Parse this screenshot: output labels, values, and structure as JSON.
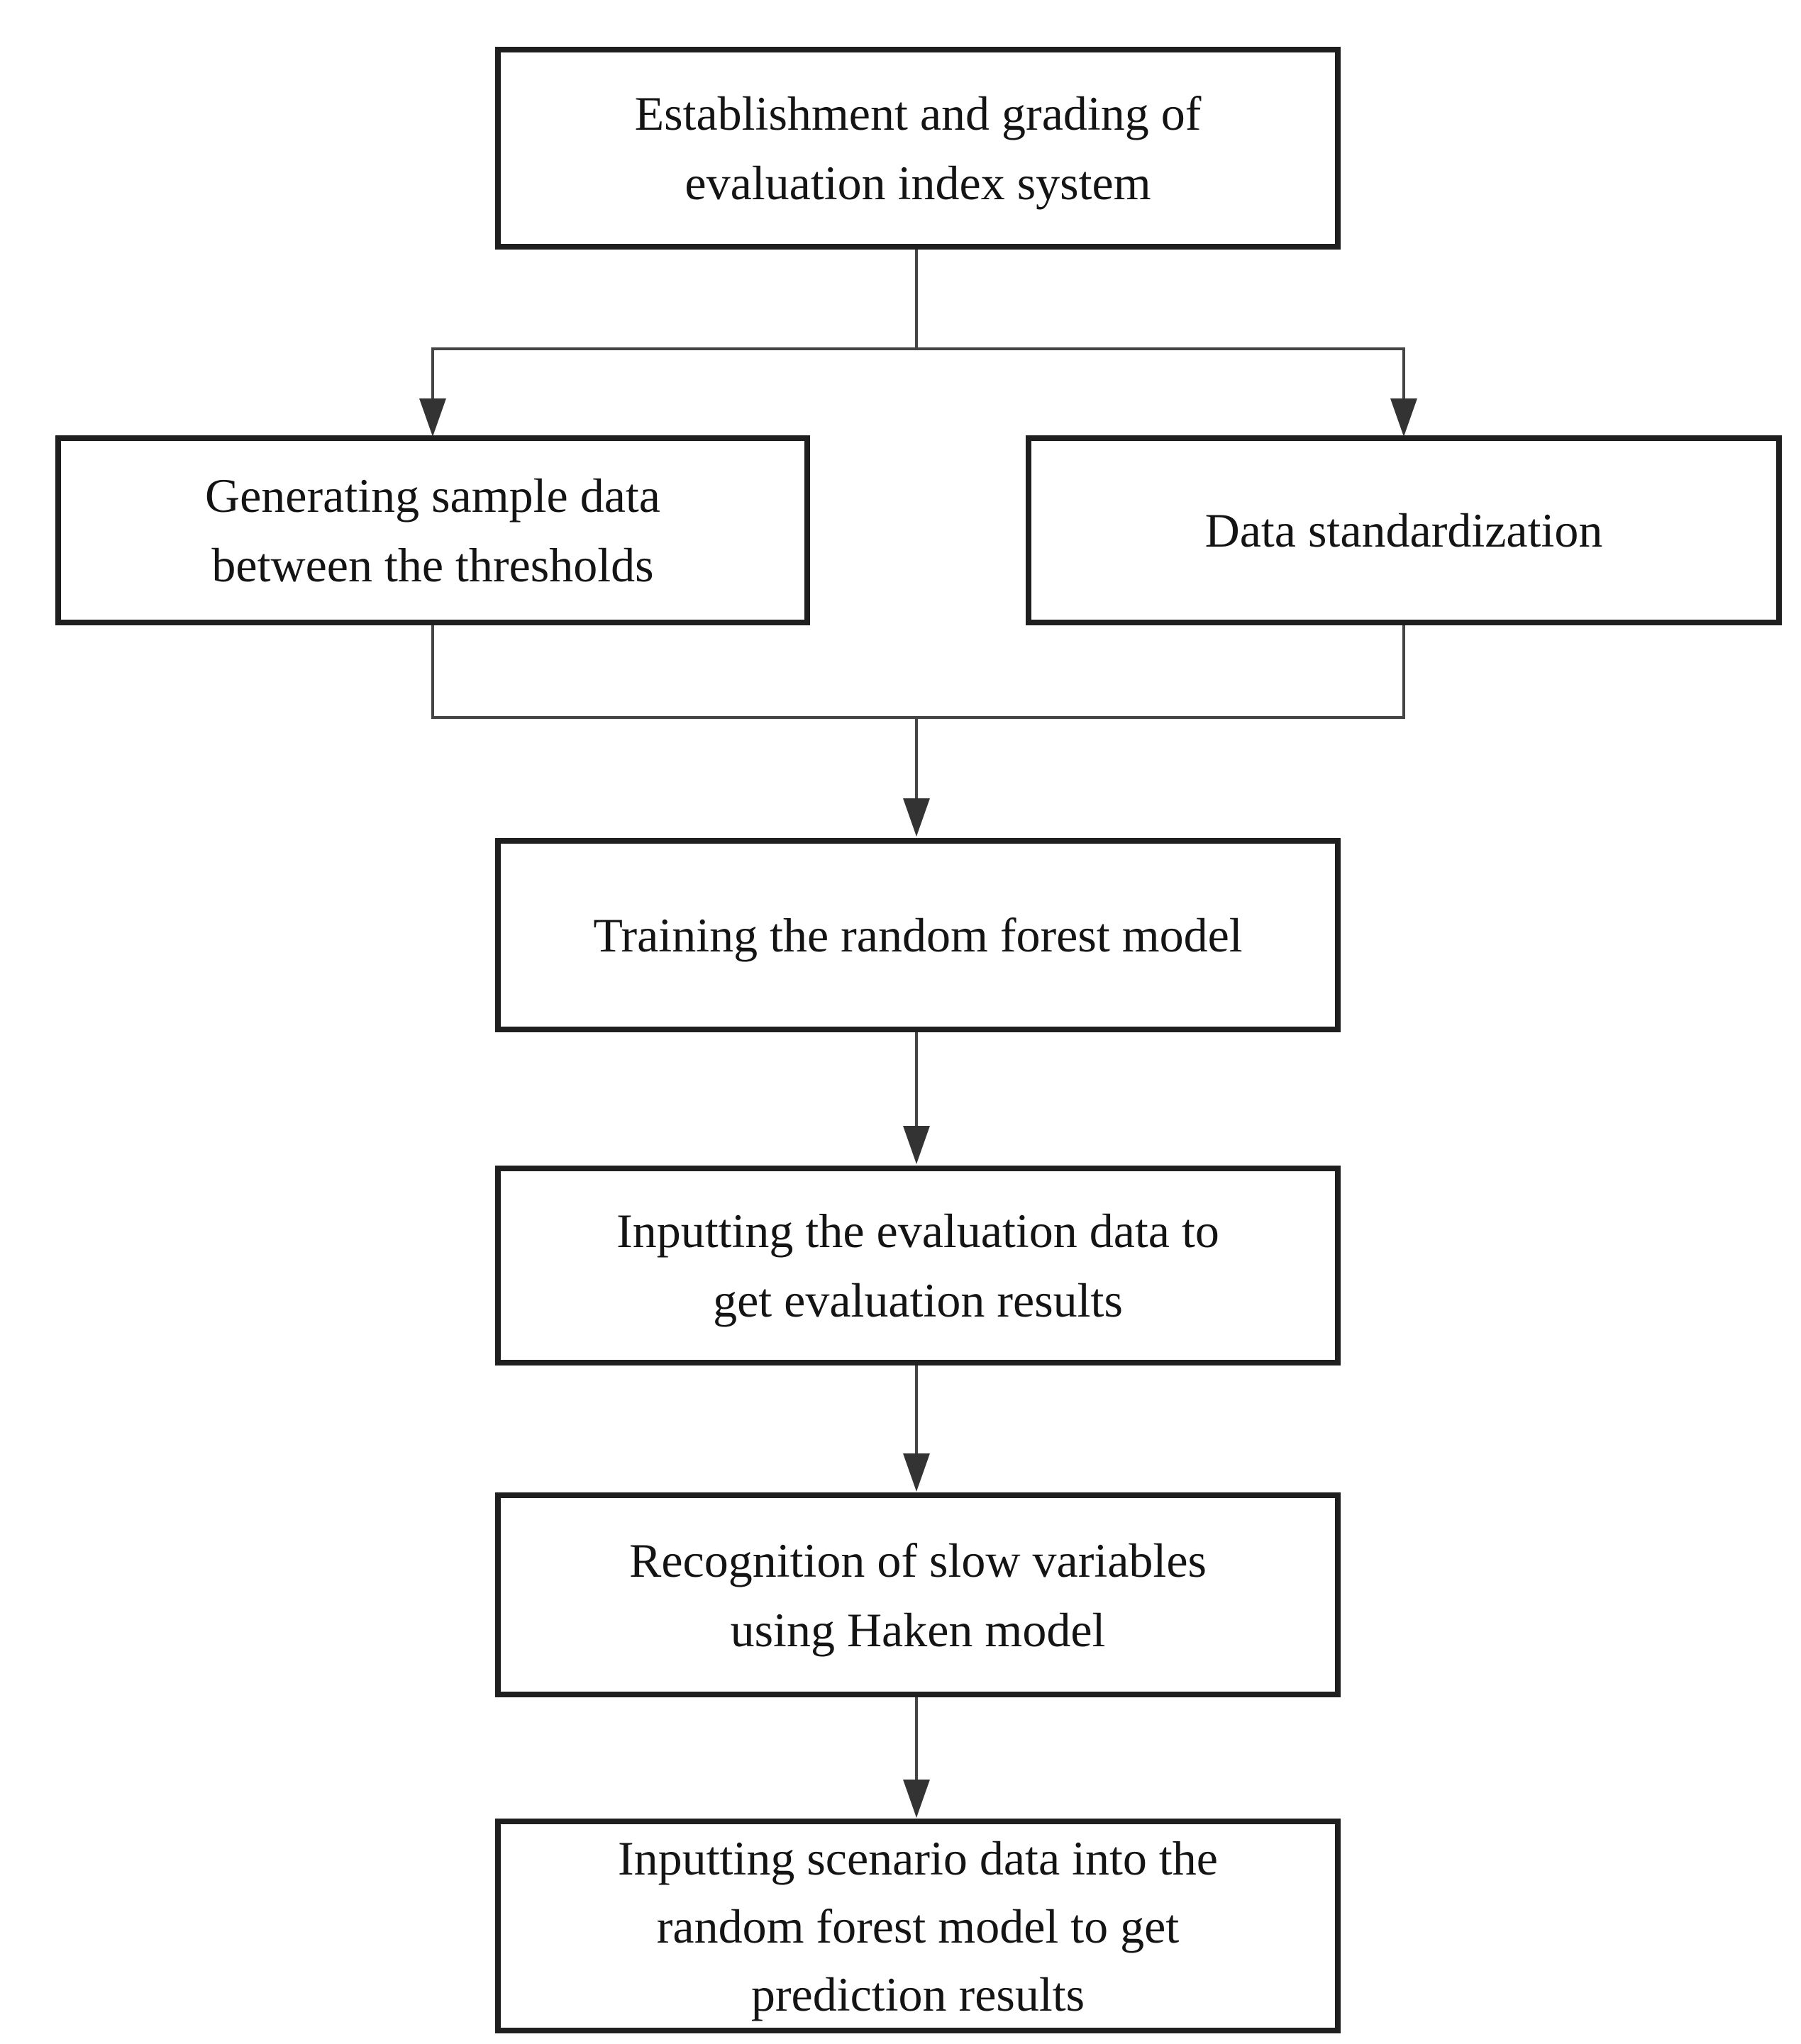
{
  "diagram": {
    "type": "flowchart",
    "colors": {
      "background": "#ffffff",
      "box_fill": "#ffffff",
      "box_border": "#1f1f1f",
      "connector_line": "#454545",
      "arrowhead": "#333333",
      "text": "#141414"
    },
    "nodes": [
      {
        "id": "establishment",
        "lines": [
          "Establishment and grading of",
          "evaluation index system"
        ]
      },
      {
        "id": "generate",
        "lines": [
          "Generating sample data",
          "between the thresholds"
        ]
      },
      {
        "id": "standardize",
        "lines": [
          "Data standardization"
        ]
      },
      {
        "id": "train",
        "lines": [
          "Training the random forest model"
        ]
      },
      {
        "id": "evaluate",
        "lines": [
          "Inputting the evaluation data to",
          "get evaluation results"
        ]
      },
      {
        "id": "haken",
        "lines": [
          "Recognition of slow variables",
          "using Haken model"
        ]
      },
      {
        "id": "scenario",
        "lines": [
          "Inputting scenario data into the",
          "random forest model to get",
          "prediction results"
        ]
      }
    ],
    "edges": [
      {
        "from": "establishment",
        "to": "generate"
      },
      {
        "from": "establishment",
        "to": "standardize"
      },
      {
        "from": "generate",
        "to": "train"
      },
      {
        "from": "standardize",
        "to": "train"
      },
      {
        "from": "train",
        "to": "evaluate"
      },
      {
        "from": "evaluate",
        "to": "haken"
      },
      {
        "from": "haken",
        "to": "scenario"
      }
    ]
  }
}
